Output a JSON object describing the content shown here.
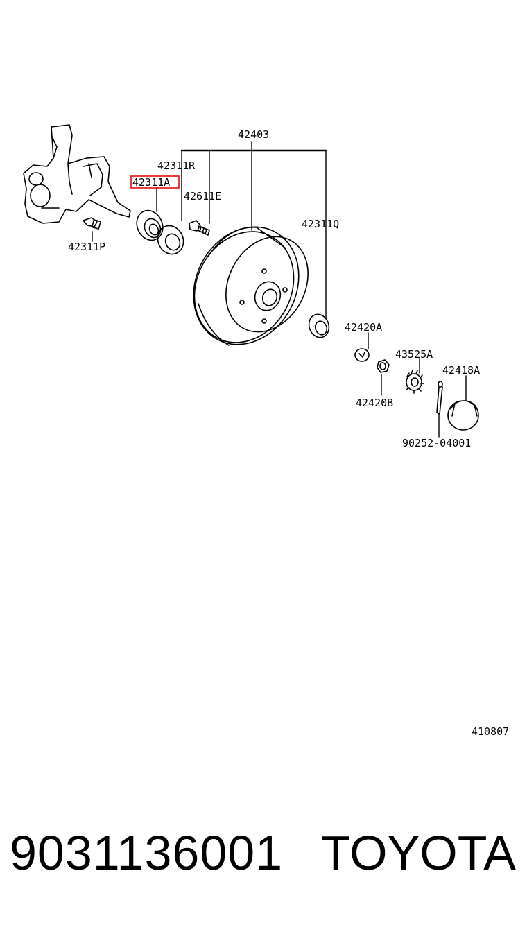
{
  "diagram": {
    "parts": {
      "p42403": "42403",
      "p42311R": "42311R",
      "p42311A": "42311A",
      "p42611E": "42611E",
      "p42311Q": "42311Q",
      "p42311P": "42311P",
      "p42420A": "42420A",
      "p43525A": "43525A",
      "p42418A": "42418A",
      "p42420B": "42420B",
      "p90252": "90252-04001"
    },
    "highlighted_part": "42311A",
    "highlight_color": "#e01010",
    "diagram_code": "410807"
  },
  "footer": {
    "part_number": "9031136001",
    "brand": "TOYOTA"
  }
}
